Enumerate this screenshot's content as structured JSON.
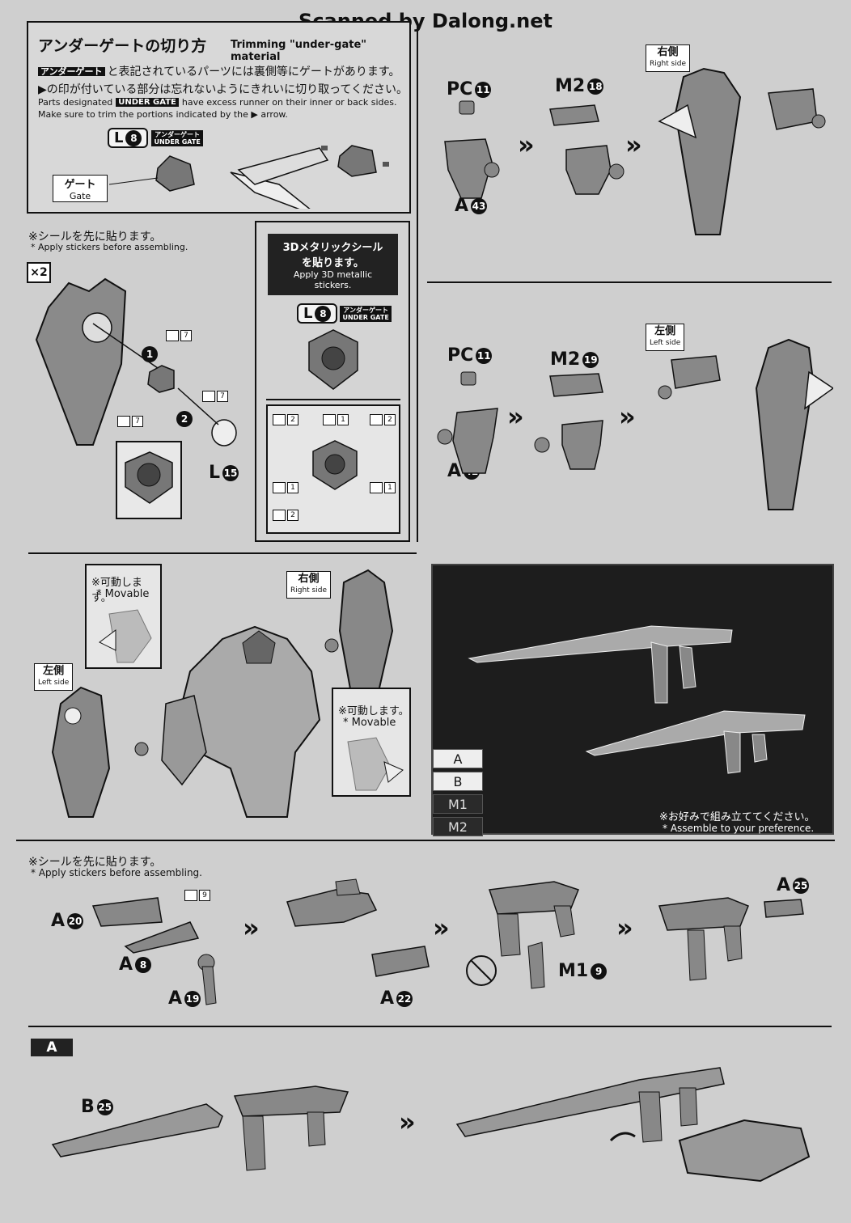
{
  "watermark": "Scanned by Dalong.net",
  "undergate": {
    "title_jp": "アンダーゲートの切り方",
    "title_en": "Trimming \"under-gate\" material",
    "jp_line1_tag": "アンダーゲート",
    "jp_line1_rest": "と表記されているパーツには裏側等にゲートがあります。",
    "jp_line2": "▶の印が付いている部分は忘れないようにきれいに切り取ってください。",
    "en_line1_a": "Parts designated",
    "en_line1_tag": "UNDER GATE",
    "en_line1_b": "have excess runner on their inner or back sides.",
    "en_line2": "Make sure to trim the portions indicated by the ▶ arrow.",
    "part_letter": "L",
    "part_num": "8",
    "ug_jp": "アンダーゲート",
    "ug_en": "UNDER GATE",
    "gate_jp": "ゲート",
    "gate_en": "Gate"
  },
  "sticker_note": {
    "jp": "※シールを先に貼ります。",
    "en": "* Apply stickers before assembling."
  },
  "multiplier": "×2",
  "metallic": {
    "jp1": "3Dメタリックシール",
    "jp2": "を貼ります。",
    "en": "Apply 3D metallic stickers."
  },
  "step_marks": [
    "1",
    "2"
  ],
  "parts": {
    "l15": {
      "letter": "L",
      "num": "15"
    },
    "pc11": {
      "letter": "PC",
      "num": "11"
    },
    "m2_18": {
      "letter": "M2",
      "num": "18"
    },
    "a43": {
      "letter": "A",
      "num": "43"
    },
    "m2_19": {
      "letter": "M2",
      "num": "19"
    },
    "a42": {
      "letter": "A",
      "num": "42"
    },
    "a20": {
      "letter": "A",
      "num": "20"
    },
    "a8": {
      "letter": "A",
      "num": "8"
    },
    "a19": {
      "letter": "A",
      "num": "19"
    },
    "a22": {
      "letter": "A",
      "num": "22"
    },
    "m1_9": {
      "letter": "M1",
      "num": "9"
    },
    "a25": {
      "letter": "A",
      "num": "25"
    },
    "b25": {
      "letter": "B",
      "num": "25"
    }
  },
  "stickers": [
    "7",
    "7",
    "7",
    "2",
    "1",
    "2",
    "1",
    "1",
    "2",
    "9"
  ],
  "right_side": {
    "jp": "右側",
    "en": "Right side"
  },
  "left_side": {
    "jp": "左側",
    "en": "Left side"
  },
  "movable": {
    "jp": "※可動します。",
    "en": "* Movable"
  },
  "variants": [
    "A",
    "B",
    "M1",
    "M2"
  ],
  "preference": {
    "jp": "※お好みで組み立ててください。",
    "en": "* Assemble to your preference."
  },
  "section_a_label": "A"
}
